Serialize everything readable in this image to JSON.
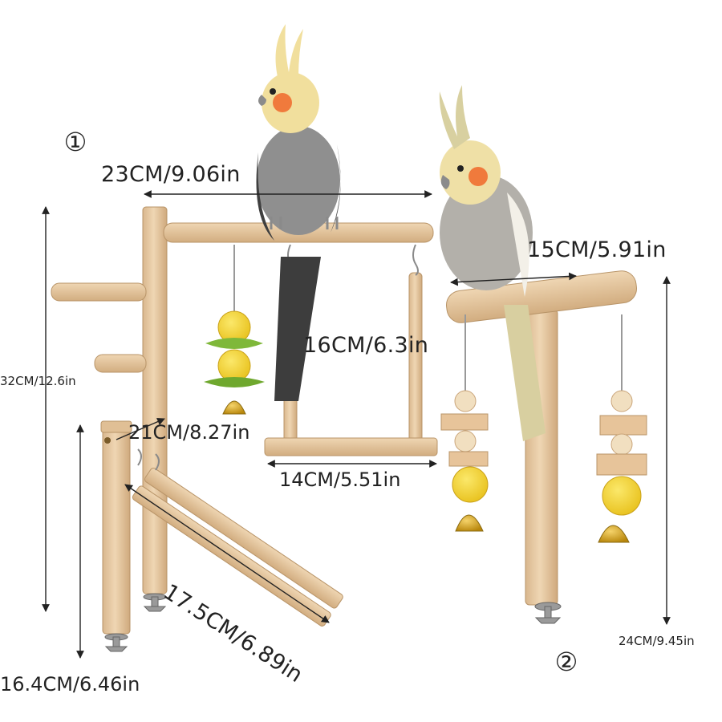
{
  "badges": {
    "one": "①",
    "two": "②"
  },
  "dimensions": {
    "top_width": "23CM/9.06in",
    "swing_height": "16CM/6.3in",
    "swing_width": "14CM/5.51in",
    "total_height": "32CM/12.6in",
    "small_post": "21CM/8.27in",
    "ladder": "17.5CM/6.89in",
    "base_height": "16.4CM/6.46in",
    "tstand_width": "15CM/5.91in",
    "tstand_height": "24CM/9.45in"
  },
  "colors": {
    "wood": "#e6c9a3",
    "wood_dark": "#c9a67c",
    "bell": "#d9a928",
    "ball": "#f2d52c",
    "leaf": "#7fb83a",
    "bird_body": "#8f8f8f",
    "bird_face": "#f1df9d",
    "cheek": "#f07a3c"
  }
}
